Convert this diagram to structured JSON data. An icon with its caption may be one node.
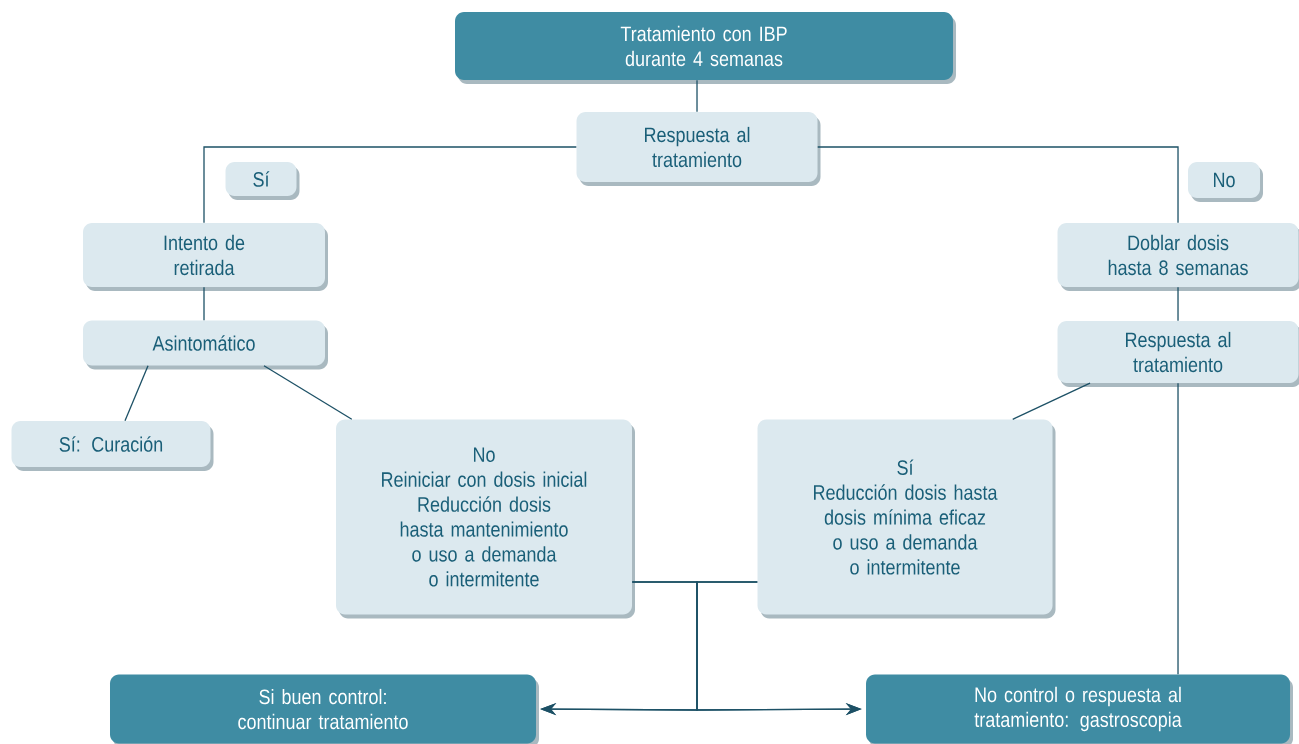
{
  "diagram": {
    "nodes": [
      {
        "text": [
          "Tratamiento con IBP durante 4 semanas"
        ]
      },
      {
        "text": [
          "Respuesta al tratamiento"
        ]
      },
      {
        "text": [
          "Sí"
        ]
      },
      {
        "text": [
          "No"
        ]
      },
      {
        "text": [
          "Intento de retirada"
        ]
      },
      {
        "text": [
          "Doblar dosis hasta 8 semanas"
        ]
      },
      {
        "text": [
          "Asintomático"
        ]
      },
      {
        "text": [
          "Respuesta al tratamiento"
        ]
      },
      {
        "text": [
          "Sí: Curación"
        ]
      },
      {
        "text": [
          "No",
          "Reiniciar con dosis inicial",
          "Reducción dosis hasta mantenimiento",
          "o uso a demanda",
          "o intermitente"
        ]
      },
      {
        "text": [
          "Sí",
          "Reducción dosis hasta dosis mínima eficaz",
          "o uso a demanda",
          "o intermitente"
        ]
      },
      {
        "text": [
          "Si buen control: continuar tratamiento"
        ]
      },
      {
        "text": [
          "No control o respuesta al tratamiento: gastroscopia"
        ]
      }
    ],
    "edges": [
      {
        "from": 0,
        "to": 1,
        "arrow": "none"
      },
      {
        "from": 1,
        "to": 4,
        "arrow": "none"
      },
      {
        "from": 1,
        "to": 5,
        "arrow": "none"
      },
      {
        "from": 4,
        "to": 6,
        "arrow": "none"
      },
      {
        "from": 5,
        "to": 7,
        "arrow": "none"
      },
      {
        "from": 6,
        "to": 8,
        "arrow": "none"
      },
      {
        "from": 6,
        "to": 9,
        "arrow": "none"
      },
      {
        "from": 7,
        "to": 10,
        "arrow": "none"
      },
      {
        "from": 7,
        "to": 12,
        "arrow": "none"
      },
      {
        "from": 9,
        "to": 11,
        "arrow": "to"
      },
      {
        "from": 9,
        "to": 12,
        "arrow": "to"
      },
      {
        "from": 10,
        "to": 11,
        "arrow": "to"
      },
      {
        "from": 10,
        "to": 12,
        "arrow": "to"
      }
    ]
  }
}
